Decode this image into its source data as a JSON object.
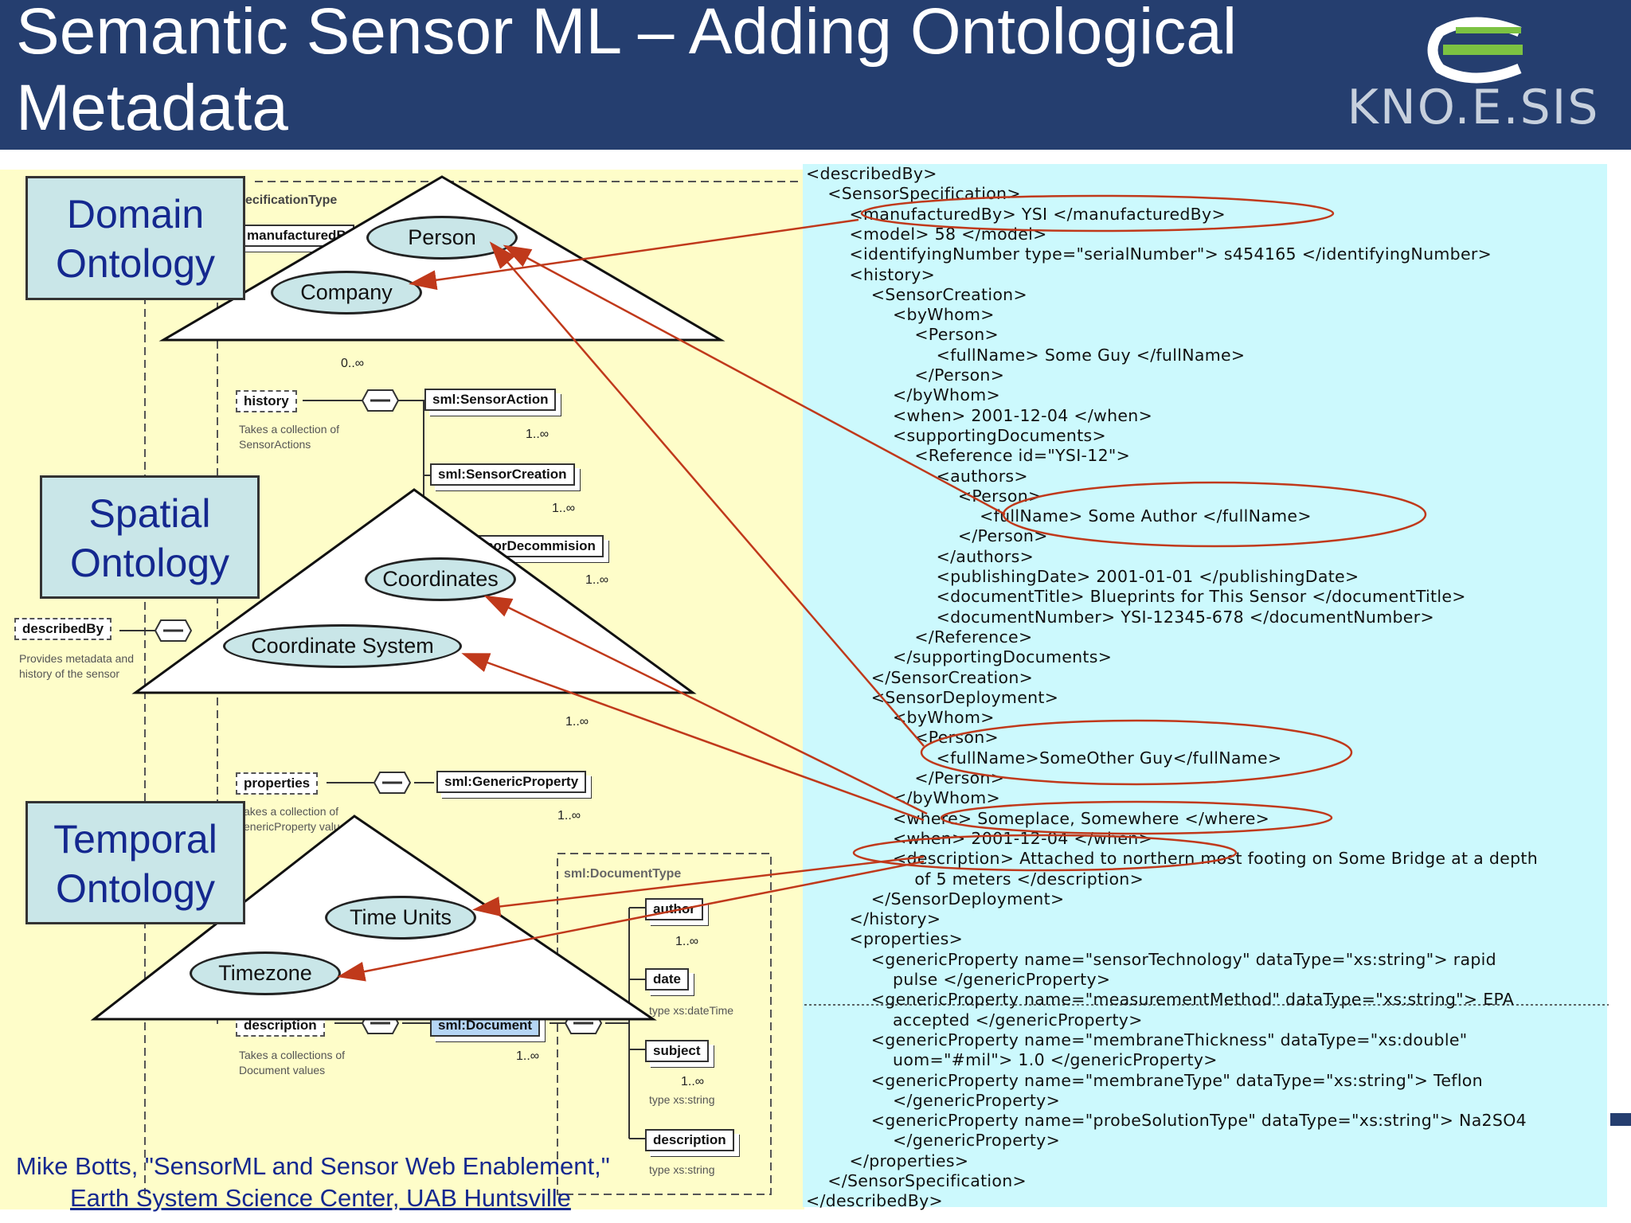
{
  "header": {
    "title_line1": "Semantic Sensor ML – Adding Ontological",
    "title_line2": "Metadata",
    "logo_text": "KNO.E.SIS",
    "colors": {
      "bar": "#253e6f",
      "logo_green": "#7cc242"
    }
  },
  "ontologies": {
    "domain": {
      "line1": "Domain",
      "line2": "Ontology",
      "concepts": [
        "Person",
        "Company"
      ]
    },
    "spatial": {
      "line1": "Spatial",
      "line2": "Ontology",
      "concepts": [
        "Coordinates",
        "Coordinate System"
      ]
    },
    "temporal": {
      "line1": "Temporal",
      "line2": "Ontology",
      "concepts": [
        "Time Units",
        "Timezone"
      ]
    }
  },
  "schema": {
    "specification_type": "ecificationType",
    "manufactured": "manufacturedB",
    "mult_0inf": "0..∞",
    "history": "history",
    "history_note_1": "Takes a collection of",
    "history_note_2": "SensorActions",
    "sensor_action": "sml:SensorAction",
    "mult_a": "1..∞",
    "sensor_creation": "sml:SensorCreation",
    "mult_b": "1..∞",
    "sensor_decommission": "sorDecommision",
    "mult_c": "1..∞",
    "described_by": "describedBy",
    "described_note_1": "Provides metadata and",
    "described_note_2": "history of the sensor",
    "mult_d": "1..∞",
    "properties": "properties",
    "properties_note_1": "akes a collection of",
    "properties_note_2": "enericProperty values",
    "generic_property": "sml:GenericProperty",
    "mult_e": "1..∞",
    "document_type": "sml:DocumentType",
    "author": "author",
    "mult_f": "1..∞",
    "date": "date",
    "date_type": "type xs:dateTime",
    "subject": "subject",
    "mult_g": "1..∞",
    "subject_type": "type xs:string",
    "description_doc": "description",
    "description_doc_type": "type xs:string",
    "description": "description",
    "document": "sml:Document",
    "description_note_1": "Takes a collections of",
    "description_note_2": "Document values",
    "mult_h": "1..∞"
  },
  "xml_lines": [
    "<describedBy>",
    "    <SensorSpecification>",
    "        <manufacturedBy> YSI </manufacturedBy>",
    "        <model> 58 </model>",
    "        <identifyingNumber type=\"serialNumber\"> s454165 </identifyingNumber>",
    "        <history>",
    "            <SensorCreation>",
    "                <byWhom>",
    "                    <Person>",
    "                        <fullName> Some Guy </fullName>",
    "                    </Person>",
    "                </byWhom>",
    "                <when> 2001-12-04 </when>",
    "                <supportingDocuments>",
    "                    <Reference id=\"YSI-12\">",
    "                        <authors>",
    "                            <Person>",
    "                                <fullName> Some Author </fullName>",
    "                            </Person>",
    "                        </authors>",
    "                        <publishingDate> 2001-01-01 </publishingDate>",
    "                        <documentTitle> Blueprints for This Sensor </documentTitle>",
    "                        <documentNumber> YSI-12345-678 </documentNumber>",
    "                    </Reference>",
    "                </supportingDocuments>",
    "            </SensorCreation>",
    "            <SensorDeployment>",
    "                <byWhom>",
    "                    <Person>",
    "                        <fullName>SomeOther Guy</fullName>",
    "                    </Person>",
    "                </byWhom>",
    "                <where> Someplace, Somewhere </where>",
    "                <when> 2001-12-04 </when>",
    "                <description> Attached to northern most footing on Some Bridge at a depth",
    "                    of 5 meters </description>",
    "            </SensorDeployment>",
    "        </history>",
    "        <properties>",
    "            <genericProperty name=\"sensorTechnology\" dataType=\"xs:string\"> rapid",
    "                pulse </genericProperty>",
    "            <genericProperty name=\"measurementMethod\" dataType=\"xs:string\"> EPA",
    "                accepted </genericProperty>",
    "            <genericProperty name=\"membraneThickness\" dataType=\"xs:double\"",
    "                uom=\"#mil\"> 1.0 </genericProperty>",
    "            <genericProperty name=\"membraneType\" dataType=\"xs:string\"> Teflon",
    "                </genericProperty>",
    "            <genericProperty name=\"probeSolutionType\" dataType=\"xs:string\"> Na2SO4",
    "                </genericProperty>",
    "        </properties>",
    "    </SensorSpecification>",
    "</describedBy>"
  ],
  "citation": {
    "line1": "Mike Botts, \"SensorML and Sensor Web Enablement,\"",
    "line2": "Earth System Science Center, UAB Huntsville"
  }
}
